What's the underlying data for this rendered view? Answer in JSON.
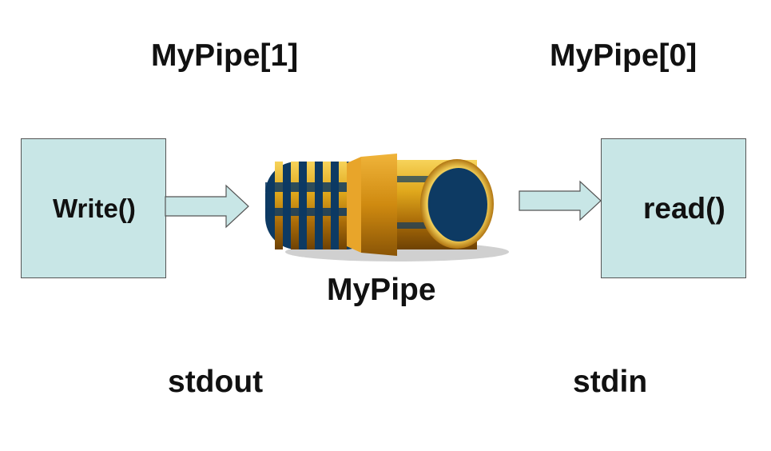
{
  "labels": {
    "write_end": "MyPipe[1]",
    "read_end": "MyPipe[0]",
    "pipe": "MyPipe",
    "stdout": "stdout",
    "stdin": "stdin"
  },
  "boxes": {
    "writer": "Write()",
    "reader": "read()"
  },
  "colors": {
    "box_fill": "#c8e6e6",
    "arrow_fill": "#c8e6e6",
    "pipe_gold": "#d9a21a",
    "pipe_blue": "#0d3a63"
  }
}
